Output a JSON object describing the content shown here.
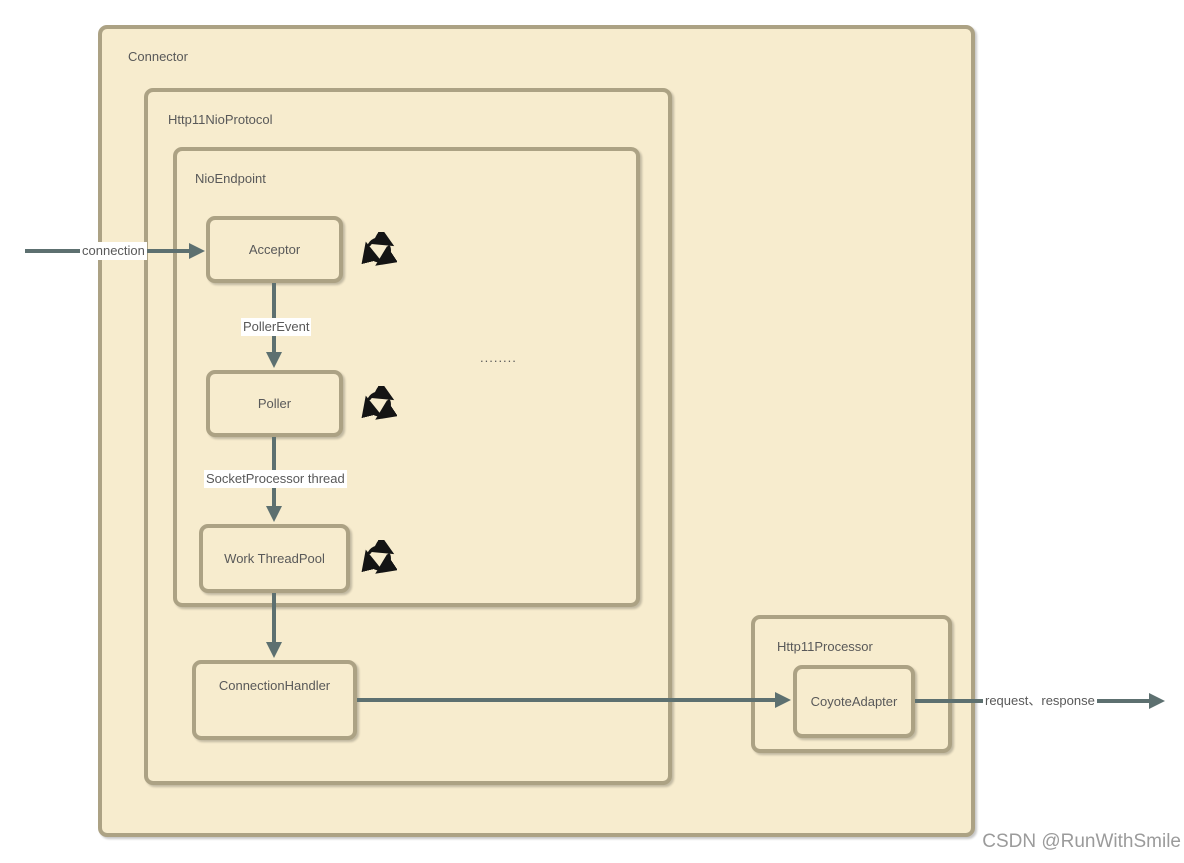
{
  "diagram": {
    "containers": {
      "connector": {
        "label": "Connector"
      },
      "protocol": {
        "label": "Http11NioProtocol"
      },
      "endpoint": {
        "label": "NioEndpoint"
      },
      "processor": {
        "label": "Http11Processor"
      }
    },
    "nodes": {
      "acceptor": {
        "label": "Acceptor"
      },
      "poller": {
        "label": "Poller"
      },
      "work_thread_pool": {
        "label": "Work ThreadPool"
      },
      "connection_handler": {
        "label": "ConnectionHandler"
      },
      "coyote_adapter": {
        "label": "CoyoteAdapter"
      }
    },
    "edge_labels": {
      "connection": "connection",
      "poller_event": "PollerEvent",
      "socket_processor": "SocketProcessor thread",
      "request_response": "request、response"
    },
    "ellipsis": "........",
    "icons": {
      "loop": "cycle-arrows-icon"
    },
    "colors": {
      "box_fill": "#f7ecce",
      "box_border": "#aca284",
      "arrow": "#5d7070",
      "text": "#595959",
      "label_bg": "#ffffff",
      "icon": "#141414",
      "background": "#ffffff",
      "watermark_text": "#9b9b9b"
    }
  },
  "watermark": {
    "text": "CSDN @RunWithSmile"
  }
}
